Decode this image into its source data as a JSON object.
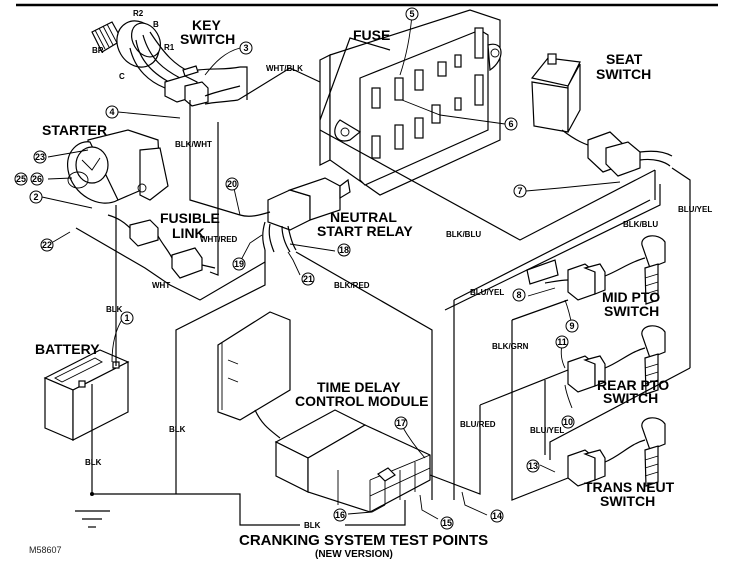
{
  "figure": {
    "title": "CRANKING SYSTEM TEST POINTS",
    "subtitle": "(NEW VERSION)",
    "figure_id": "M58607"
  },
  "components": {
    "key_switch": "KEY SWITCH",
    "key_switch_line1": "KEY",
    "key_switch_line2": "SWITCH",
    "starter": "STARTER",
    "fuse": "FUSE",
    "seat_switch_line1": "SEAT",
    "seat_switch_line2": "SWITCH",
    "fusible_link_line1": "FUSIBLE",
    "fusible_link_line2": "LINK",
    "neutral_start_relay_line1": "NEUTRAL",
    "neutral_start_relay_line2": "START RELAY",
    "battery": "BATTERY",
    "time_delay_line1": "TIME DELAY",
    "time_delay_line2": "CONTROL MODULE",
    "mid_pto_line1": "MID PTO",
    "mid_pto_line2": "SWITCH",
    "rear_pto_line1": "REAR PTO",
    "rear_pto_line2": "SWITCH",
    "trans_neut_line1": "TRANS NEUT",
    "trans_neut_line2": "SWITCH"
  },
  "key_switch_terminals": [
    "R2",
    "B",
    "BR",
    "R1",
    "C"
  ],
  "wire_labels": {
    "wht_blk": "WHT/BLK",
    "blk_wht": "BLK/WHT",
    "wht_red": "WHT/RED",
    "wht": "WHT",
    "blk_starter": "BLK",
    "blk_ground": "BLK",
    "blk_return": "BLK",
    "blk_bottom": "BLK",
    "blk_red": "BLK/RED",
    "blk_blu_1": "BLK/BLU",
    "blk_blu_2": "BLK/BLU",
    "blu_yel_1": "BLU/YEL",
    "blu_yel_2": "BLU/YEL",
    "blu_yel_3": "BLU/YEL",
    "blk_grn": "BLK/GRN",
    "blu_red": "BLU/RED"
  },
  "test_points": [
    "1",
    "2",
    "3",
    "4",
    "5",
    "6",
    "7",
    "8",
    "9",
    "10",
    "11",
    "13",
    "14",
    "15",
    "16",
    "17",
    "18",
    "19",
    "20",
    "21",
    "22",
    "23",
    "25",
    "26"
  ]
}
